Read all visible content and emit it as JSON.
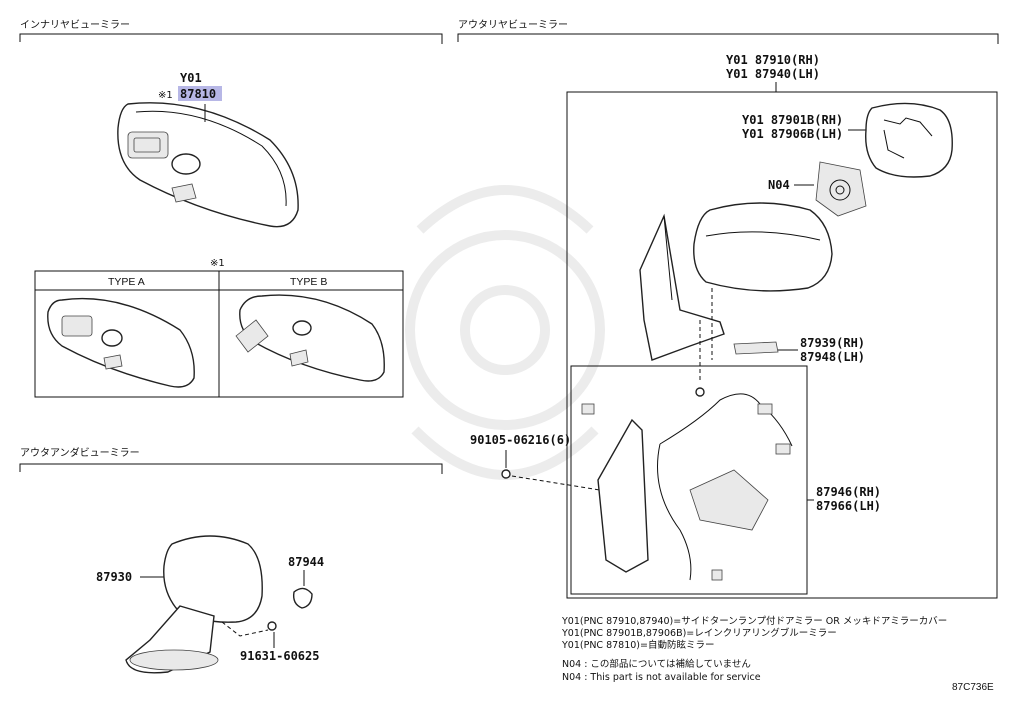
{
  "sections": {
    "inner": "インナリヤビューミラー",
    "outer": "アウタリヤビューミラー",
    "under": "アウタアンダビューミラー"
  },
  "inner": {
    "prefix": "Y01",
    "mark": "※1",
    "part": "87810",
    "type_mark": "※1",
    "type_a": "TYPE A",
    "type_b": "TYPE B"
  },
  "outer": {
    "assy_rh": "Y01 87910(RH)",
    "assy_lh": "Y01 87940(LH)",
    "glass_rh": "Y01 87901B(RH)",
    "glass_lh": "Y01 87906B(LH)",
    "n04": "N04",
    "cover_rh": "87939(RH)",
    "cover_lh": "87948(LH)",
    "screw": "90105-06216(6)",
    "sub_rh": "87946(RH)",
    "sub_lh": "87966(LH)"
  },
  "under": {
    "mirror": "87930",
    "cap": "87944",
    "screw": "91631-60625"
  },
  "notes": [
    "Y01(PNC 87910,87940)=サイドターンランプ付ドアミラー OR メッキドアミラーカバー",
    "Y01(PNC 87901B,87906B)=レインクリアリングブルーミラー",
    "Y01(PNC 87810)=自動防眩ミラー"
  ],
  "n04_notes": [
    "N04 :  この部品については補給していません",
    "N04 :  This part is not available for service"
  ],
  "code": "87C736E"
}
